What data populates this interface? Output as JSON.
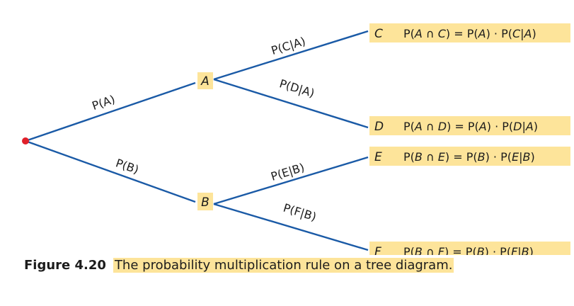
{
  "branch_labels": {
    "p_a": "P(A)",
    "p_b": "P(B)",
    "p_c_given_a": "P(C|A)",
    "p_d_given_a": "P(D|A)",
    "p_e_given_b": "P(E|B)",
    "p_f_given_b": "P(F|B)"
  },
  "nodes": {
    "a": "A",
    "b": "B",
    "c": "C",
    "d": "D",
    "e": "E",
    "f": "F"
  },
  "formulas": {
    "c": [
      "P(",
      "A",
      " ∩ ",
      "C",
      ") = P(",
      "A",
      ") · P(",
      "C",
      "|",
      "A",
      ")"
    ],
    "d": [
      "P(",
      "A",
      " ∩ ",
      "D",
      ") = P(",
      "A",
      ") · P(",
      "D",
      "|",
      "A",
      ")"
    ],
    "e": [
      "P(",
      "B",
      " ∩ ",
      "E",
      ") = P(",
      "B",
      ") · P(",
      "E",
      "|",
      "B",
      ")"
    ],
    "f": [
      "P(",
      "B",
      " ∩ ",
      "F",
      ") = P(",
      "B",
      ") · P(",
      "F",
      "|",
      "B",
      ")"
    ]
  },
  "caption": {
    "figure_number": "Figure 4.20",
    "text": "The probability multiplication rule on a tree diagram."
  },
  "colors": {
    "branch": "#1a5aa6",
    "root_dot": "#e0202a",
    "highlight": "#fde49a"
  }
}
